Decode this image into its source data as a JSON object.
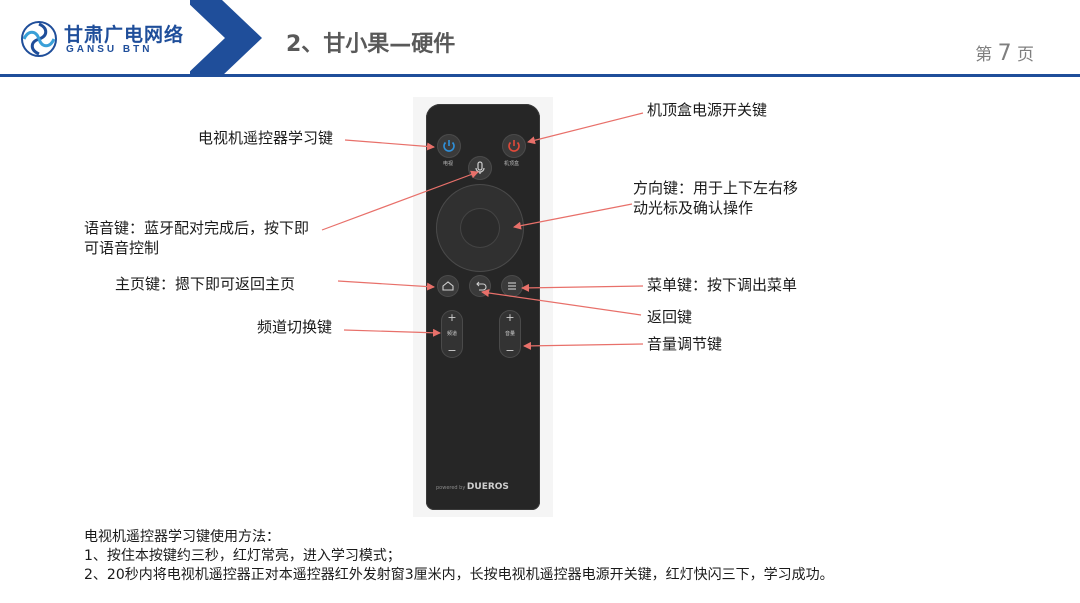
{
  "header": {
    "logo_cn": "甘肃广电网络",
    "logo_en": "GANSU BTN",
    "section_title": "2、甘小果—硬件",
    "page_prefix": "第",
    "page_number": "7",
    "page_suffix": "页"
  },
  "remote": {
    "tv_power_label": "电视",
    "stb_power_label": "机顶盒",
    "channel_label": "频道",
    "volume_label": "音量",
    "plus": "+",
    "minus": "−",
    "brand_small": "powered by",
    "brand_big": "DUEROS"
  },
  "callouts": {
    "tv_learn": "电视机遥控器学习键",
    "stb_power": "机顶盒电源开关键",
    "dpad_line1": "方向键：用于上下左右移",
    "dpad_line2": "动光标及确认操作",
    "voice_line1": "语音键：蓝牙配对完成后，按下即",
    "voice_line2": "可语音控制",
    "home": "主页键：摁下即可返回主页",
    "menu": "菜单键：按下调出菜单",
    "back": "返回键",
    "channel": "频道切换键",
    "volume": "音量调节键"
  },
  "usage": {
    "title": "电视机遥控器学习键使用方法：",
    "step1": "1、按住本按键约三秒，红灯常亮，进入学习模式；",
    "step2": "2、20秒内将电视机遥控器正对本遥控器红外发射窗3厘米内，长按电视机遥控器电源开关键，红灯快闪三下，学习成功。"
  },
  "colors": {
    "brand_blue": "#1f4e9a",
    "arrow_red": "#e8706a",
    "tv_power_blue": "#2f8fd8",
    "stb_power_red": "#e04a3a"
  }
}
